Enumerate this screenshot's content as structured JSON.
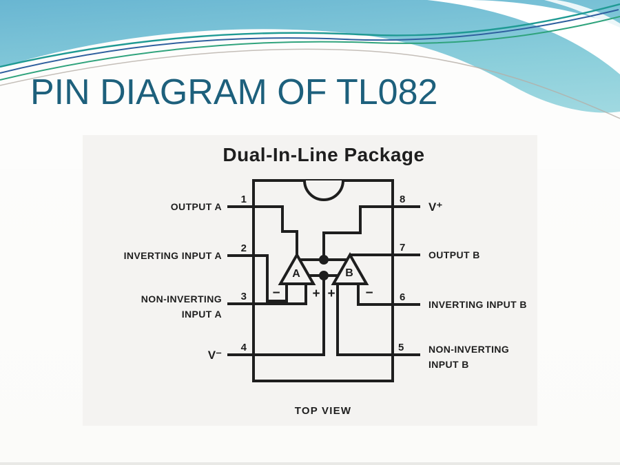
{
  "slide": {
    "title": "PIN DIAGRAM OF TL082",
    "title_color": "#1d607c"
  },
  "figure": {
    "heading": "Dual-In-Line Package",
    "caption": "TOP VIEW",
    "opamps": {
      "a": "A",
      "b": "B"
    },
    "marks": {
      "a_minus": "−",
      "a_plus": "+",
      "b_plus": "+",
      "b_minus": "−"
    },
    "pins": {
      "p1": {
        "num": "1",
        "label": "OUTPUT A"
      },
      "p2": {
        "num": "2",
        "label": "INVERTING INPUT A"
      },
      "p3": {
        "num": "3",
        "label_line1": "NON-INVERTING",
        "label_line2": "INPUT A"
      },
      "p4": {
        "num": "4",
        "label": "V⁻"
      },
      "p5": {
        "num": "5",
        "label_line1": "NON-INVERTING",
        "label_line2": "INPUT B"
      },
      "p6": {
        "num": "6",
        "label": "INVERTING INPUT B"
      },
      "p7": {
        "num": "7",
        "label": "OUTPUT B"
      },
      "p8": {
        "num": "8",
        "label": "V⁺"
      }
    },
    "ink_color": "#1e1e1e"
  },
  "theme": {
    "header_blue_top": "#69b6d2",
    "header_blue_mid": "#8ccfdb",
    "header_blue_bottom": "#a9dde3",
    "accent_teal": "#1f9a93",
    "accent_blue": "#2f5f9e",
    "accent_green": "#2fa37c",
    "accent_gray": "#b5aea6"
  }
}
